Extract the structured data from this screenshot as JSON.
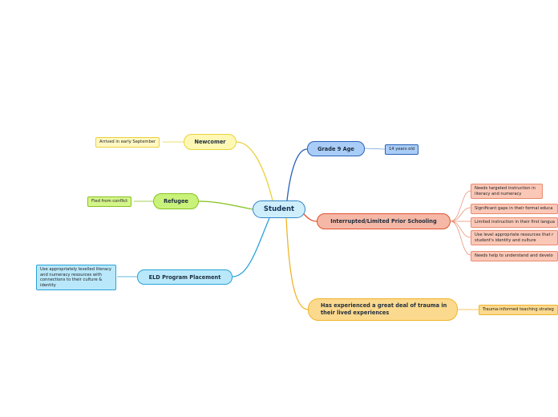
{
  "center": {
    "label": "Student"
  },
  "branches": {
    "grade": {
      "label": "Grade 9 Age",
      "color": "#2a62b8",
      "leaves": [
        "14 years old"
      ]
    },
    "interrupted": {
      "label": "Interrupted/Limited Prior Schooling",
      "color": "#e0502e",
      "leaves": [
        "Needs targeted instruction in literacy and numeracy",
        "Significant gaps in their formal educa",
        "Limited instruction in their first langua",
        "Use level appropriate resources that r student's identity and culture",
        "Needs help to understand and develo"
      ]
    },
    "trauma": {
      "label": "Has experienced a great deal of trauma in their lived experiences",
      "color": "#f0b52a",
      "leaves": [
        "Trauma-informed teaching strateg"
      ]
    },
    "newcomer": {
      "label": "Newcomer",
      "color": "#e9d23a",
      "leaves": [
        "Arrived in early September"
      ]
    },
    "refugee": {
      "label": "Refugee",
      "color": "#86c21f",
      "leaves": [
        "Fled from conflict"
      ]
    },
    "eld": {
      "label": "ELD Program Placement",
      "color": "#2aa2d8",
      "leaves": [
        "Use appropriately levelled literacy and numeracy resources with connections to their culture & identity"
      ]
    }
  }
}
